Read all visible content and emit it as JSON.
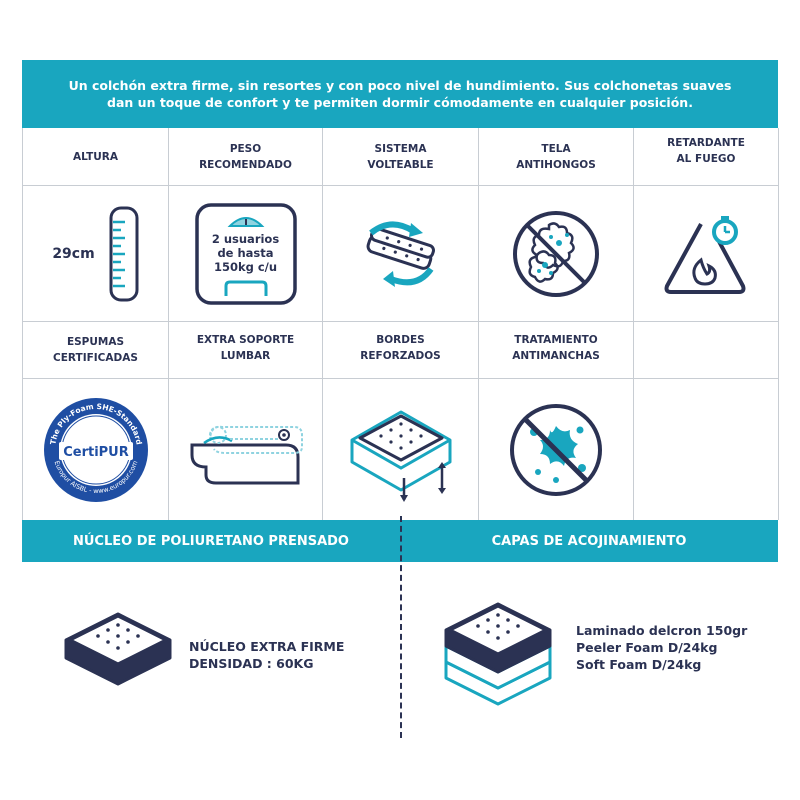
{
  "intro": {
    "line1": "Un colchón extra firme, sin resortes y con poco nivel de hundimiento. Sus colchonetas suaves",
    "line2": "dan un toque de confort y te permiten dormir cómodamente en cualquier posición."
  },
  "features_row1": [
    {
      "title": "ALTURA",
      "value": "29cm",
      "icon": "ruler-icon"
    },
    {
      "title": "PESO\nRECOMENDADO",
      "value": "2 usuarios\nde hasta\n150kg c/u",
      "icon": "scale-icon"
    },
    {
      "title": "SISTEMA\nVOLTEABLE",
      "icon": "flip-mattress-icon"
    },
    {
      "title": "TELA\nANTIHONGOS",
      "icon": "no-fungus-icon"
    },
    {
      "title": "RETARDANTE\nAL FUEGO",
      "icon": "fire-warning-icon"
    }
  ],
  "features_row2": [
    {
      "title": "ESPUMAS\nCERTIFICADAS",
      "icon": "certipur-seal-icon",
      "seal": {
        "brand": "CertiPUR",
        "arc_top": "The Ply-Foam SHE-Standard",
        "arc_bottom": "Europur AISBL - www.europur.com"
      }
    },
    {
      "title": "EXTRA SOPORTE\nLUMBAR",
      "icon": "lumbar-support-icon"
    },
    {
      "title": "BORDES\nREFORZADOS",
      "icon": "reinforced-edges-icon"
    },
    {
      "title": "TRATAMIENTO\nANTIMANCHAS",
      "icon": "no-stain-icon"
    }
  ],
  "bottom": {
    "left_title": "NÚCLEO DE POLIURETANO PRENSADO",
    "right_title": "CAPAS DE ACOJINAMIENTO",
    "core_line1": "NÚCLEO EXTRA FIRME",
    "core_line2": "DENSIDAD : 60KG",
    "layers": [
      "Laminado delcron 150gr",
      "Peeler Foam D/24kg",
      "Soft Foam D/24kg"
    ]
  },
  "colors": {
    "accent": "#19a6bf",
    "navy": "#2b3253",
    "grid": "#c8cdd3",
    "light_blue": "#8fd3e0"
  }
}
